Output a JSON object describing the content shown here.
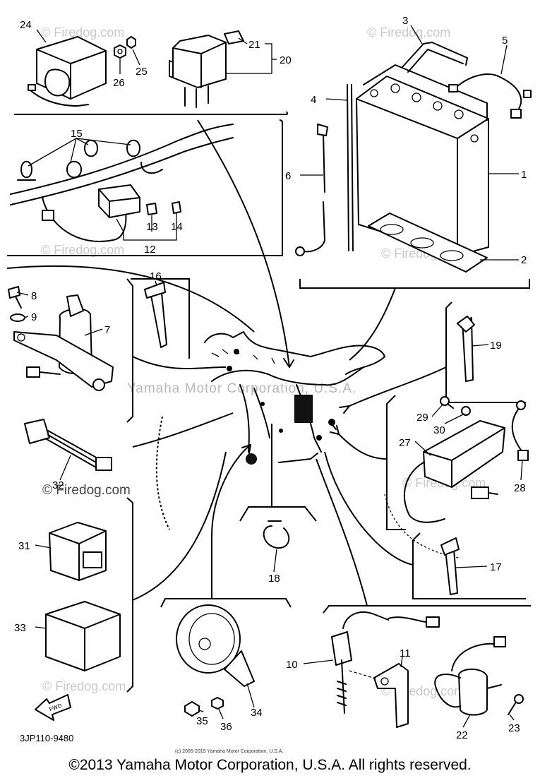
{
  "callouts": [
    "1",
    "2",
    "3",
    "4",
    "5",
    "6",
    "7",
    "8",
    "9",
    "10",
    "11",
    "12",
    "13",
    "14",
    "15",
    "16",
    "17",
    "18",
    "19",
    "20",
    "21",
    "22",
    "23",
    "24",
    "25",
    "26",
    "27",
    "28",
    "29",
    "30",
    "31",
    "32",
    "33",
    "34",
    "35",
    "36"
  ],
  "watermarks": {
    "site": "© Firedog.com",
    "center": "Yamaha Motor Corporation, U.S.A."
  },
  "diagram_code": "3JP110-9480",
  "front_arrow": "FWD",
  "small_copyright": "(c) 2005-2015 Yamaha Motor Corporation, U.S.A.",
  "copyright": "©2013 Yamaha Motor Corporation, U.S.A. All rights reserved."
}
